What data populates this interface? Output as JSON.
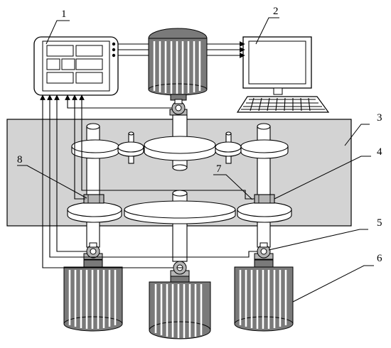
{
  "callouts": [
    "1",
    "2",
    "3",
    "4",
    "5",
    "6",
    "7",
    "8"
  ],
  "colors": {
    "panel": "#d3d3d3",
    "motor": "#7a7a7a",
    "motor_stripe": "#ffffff",
    "bearing": "#b5b5b5",
    "line": "#000000",
    "background": "#ffffff"
  }
}
